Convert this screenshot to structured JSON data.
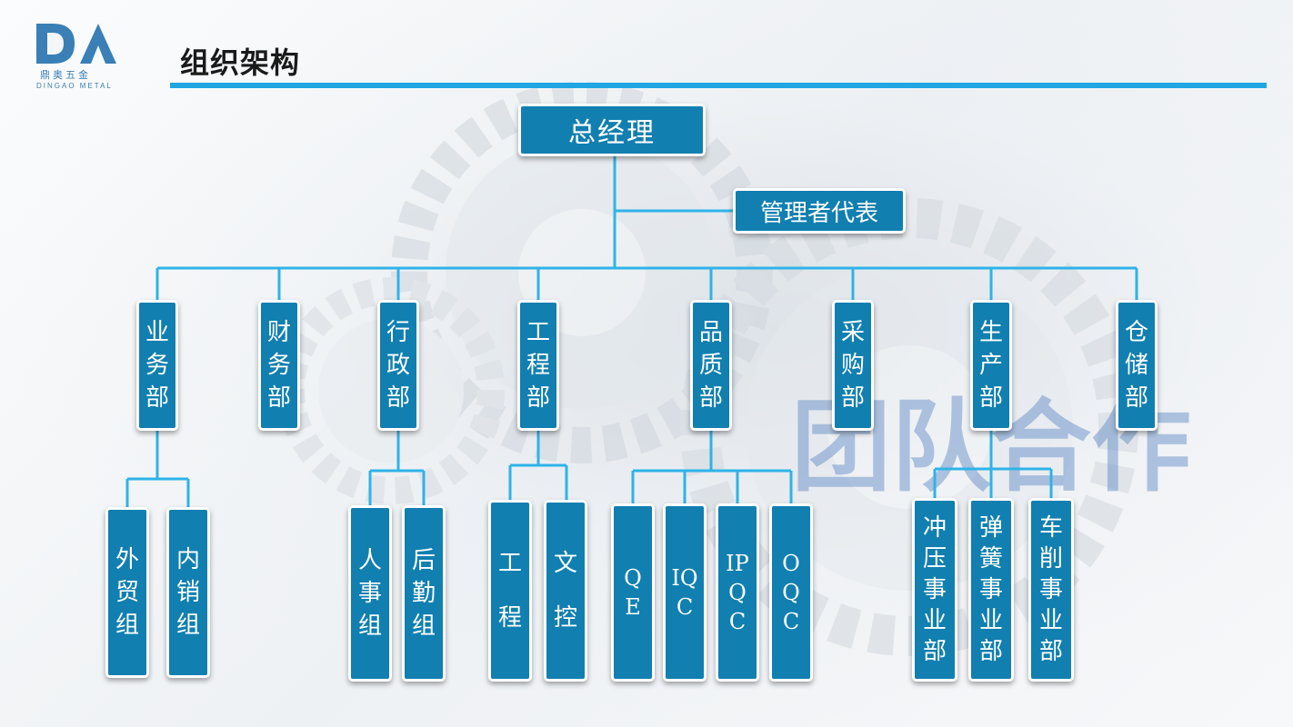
{
  "header": {
    "title": "组织架构",
    "logo": {
      "cn": "鼎奥五金",
      "en": "DINGAO METAL",
      "mark": "DA"
    }
  },
  "colors": {
    "accent": "#1fa6e3",
    "node": "#117fb0",
    "line": "#2fb3e8"
  },
  "org": {
    "root": "总经理",
    "representative": "管理者代表",
    "departments": [
      {
        "name": "业务部",
        "children": [
          "外贸组",
          "内销组"
        ]
      },
      {
        "name": "财务部",
        "children": []
      },
      {
        "name": "行政部",
        "children": [
          "人事组",
          "后勤组"
        ]
      },
      {
        "name": "工程部",
        "children": [
          "工程",
          "文控"
        ]
      },
      {
        "name": "品质部",
        "children": [
          "QE",
          "IQC",
          "IPQC",
          "OQC"
        ]
      },
      {
        "name": "采购部",
        "children": []
      },
      {
        "name": "生产部",
        "children": [
          "冲压事业部",
          "弹簧事业部",
          "车削事业部"
        ]
      },
      {
        "name": "仓储部",
        "children": []
      }
    ]
  },
  "watermark": {
    "text": "团队合作"
  }
}
